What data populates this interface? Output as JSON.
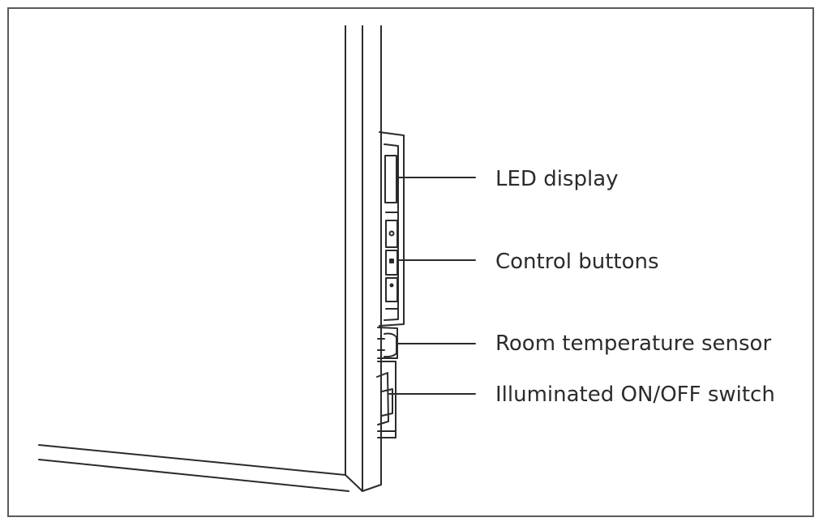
{
  "labels": {
    "led_display": "LED display",
    "control_buttons": "Control buttons",
    "room_sensor": "Room temperature sensor",
    "on_off_switch": "Illuminated ON/OFF switch"
  },
  "colors": {
    "stroke": "#2b2b2b",
    "frame": "#5a5a5a",
    "background": "#ffffff"
  }
}
